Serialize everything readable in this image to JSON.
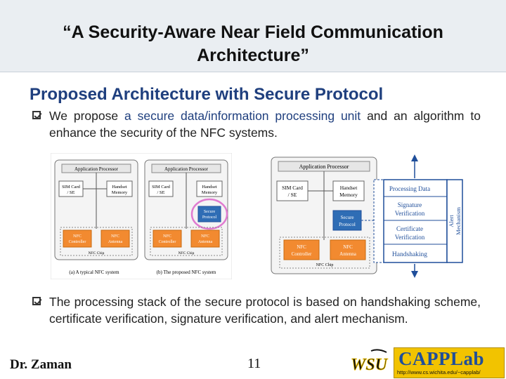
{
  "header": {
    "title": "“A Security-Aware Near Field Communication Architecture”"
  },
  "section": {
    "subtitle": "Proposed Architecture with Secure Protocol"
  },
  "bullets": [
    {
      "before": "We propose ",
      "highlight": "a secure data/information processing unit",
      "after": " and an algorithm to enhance the security of the NFC systems."
    },
    {
      "text": "The processing stack of the secure protocol is based on handshaking scheme, certificate verification, signature verification, and alert mechanism."
    }
  ],
  "figure_left": {
    "diagram_a": {
      "application_processor": "Application Processor",
      "sim_card": [
        "SIM Card",
        "/ SE"
      ],
      "handset_memory": [
        "Handset",
        "Memory"
      ],
      "nfc_controller": [
        "NFC",
        "Controller"
      ],
      "nfc_antenna": [
        "NFC",
        "Antenna"
      ],
      "nfc_chip": "NFC Chip",
      "caption": "(a) A typical NFC system"
    },
    "diagram_b": {
      "application_processor": "Application Processor",
      "sim_card": [
        "SIM Card",
        "/ SE"
      ],
      "handset_memory": [
        "Handset",
        "Memory"
      ],
      "secure_protocol": [
        "Secure",
        "Protocol"
      ],
      "nfc_controller": [
        "NFC",
        "Controller"
      ],
      "nfc_antenna": [
        "NFC",
        "Antenna"
      ],
      "nfc_chip": "NFC Chip",
      "caption": "(b) The proposed NFC system"
    }
  },
  "figure_right": {
    "application_processor": "Application Processor",
    "sim_card": [
      "SIM Card",
      "/ SE"
    ],
    "handset_memory": [
      "Handset",
      "Memory"
    ],
    "secure_protocol": [
      "Secure",
      "Protocol"
    ],
    "nfc_controller": [
      "NFC",
      "Controller"
    ],
    "nfc_antenna": [
      "NFC",
      "Antenna"
    ],
    "nfc_chip": "NFC Chip",
    "stack": {
      "processing_data": "Processing Data",
      "signature_verification": [
        "Signature",
        "Verification"
      ],
      "certificate_verification": [
        "Certificate",
        "Verification"
      ],
      "handshaking": "Handshaking",
      "alert_mechanism": [
        "Alert",
        "Mechanism"
      ]
    }
  },
  "footer": {
    "presenter": "Dr. Zaman",
    "page_number": "11",
    "wsu_logo": "WSU",
    "lab_logo": "CAPPLab",
    "lab_url": "http://www.cs.wichita.edu/~capplab/"
  },
  "colors": {
    "subtitle": "#1f3f7e",
    "highlight": "#1f3f7e",
    "nfc_box": "#f28a30",
    "secure_box": "#2f6db5",
    "secure_circle": "#e07bd0",
    "stack_border": "#1f4e9a",
    "lab_logo_text": "#1f4e9a",
    "wsu_gold": "#f2c300"
  }
}
